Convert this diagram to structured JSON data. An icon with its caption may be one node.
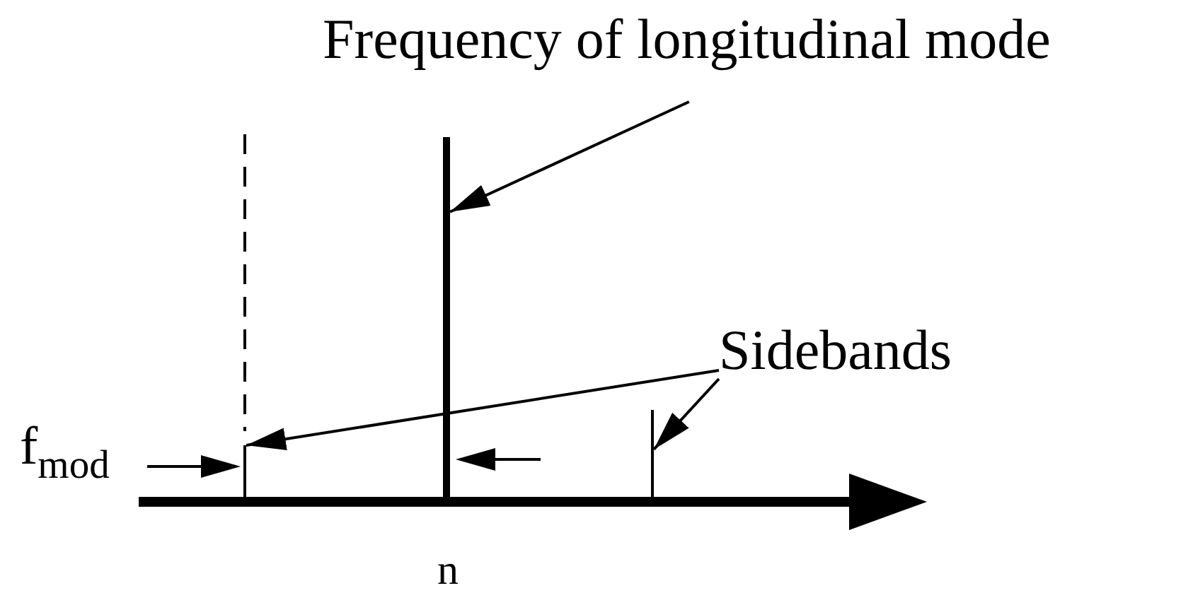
{
  "diagram": {
    "nodes": [
      {
        "text": [
          "Frequency of longitudinal mode"
        ]
      },
      {
        "text": [],
        "shape": "line"
      },
      {
        "text": [
          "Sidebands"
        ]
      },
      {
        "text": [],
        "shape": "line"
      },
      {
        "text": [],
        "shape": "line"
      }
    ],
    "edges": [
      {
        "from": 0,
        "to": 1,
        "arrow": "to"
      },
      {
        "from": 2,
        "to": 3,
        "arrow": "to"
      },
      {
        "from": 2,
        "to": 4,
        "arrow": "to"
      }
    ],
    "labels": [
      "f$_{mod}$",
      "n"
    ]
  }
}
